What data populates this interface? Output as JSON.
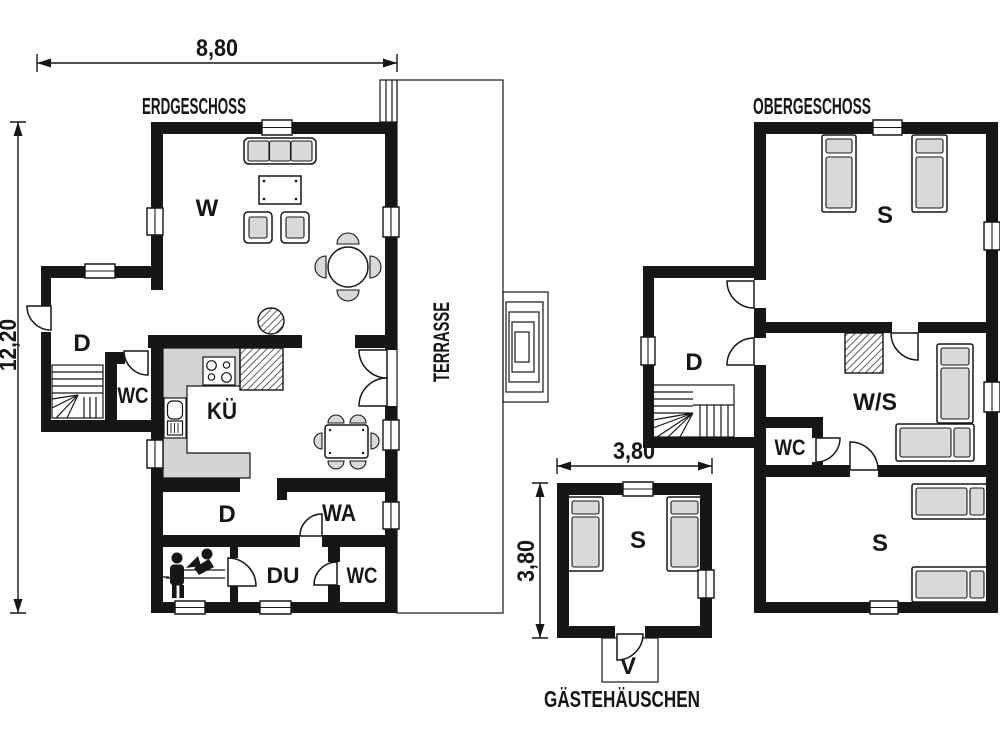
{
  "colors": {
    "wall": "#161616",
    "line": "#161616",
    "furniture": "#d9d9d9",
    "counter": "#d4d4d4",
    "background": "#ffffff"
  },
  "dimensions": {
    "eg_width": "8,80",
    "eg_height": "12,20",
    "guest_width": "3,80",
    "guest_depth": "3,80"
  },
  "erdgeschoss": {
    "title": "ERDGESCHOSS",
    "living": "W",
    "kitchen": "KÜ",
    "hall": "D",
    "wc": "WC",
    "corridor": "D",
    "utility": "WA",
    "shower": "DU",
    "wc2": "WC",
    "terrace": "TERRASSE"
  },
  "obergeschoss": {
    "title": "OBERGESCHOSS",
    "bedroom1": "S",
    "hall": "D",
    "living_sleeping": "W/S",
    "wc": "WC",
    "bedroom2": "S"
  },
  "gaestehaeuschen": {
    "title": "GÄSTEHÄUSCHEN",
    "bedroom": "S",
    "vestibule": "V"
  }
}
